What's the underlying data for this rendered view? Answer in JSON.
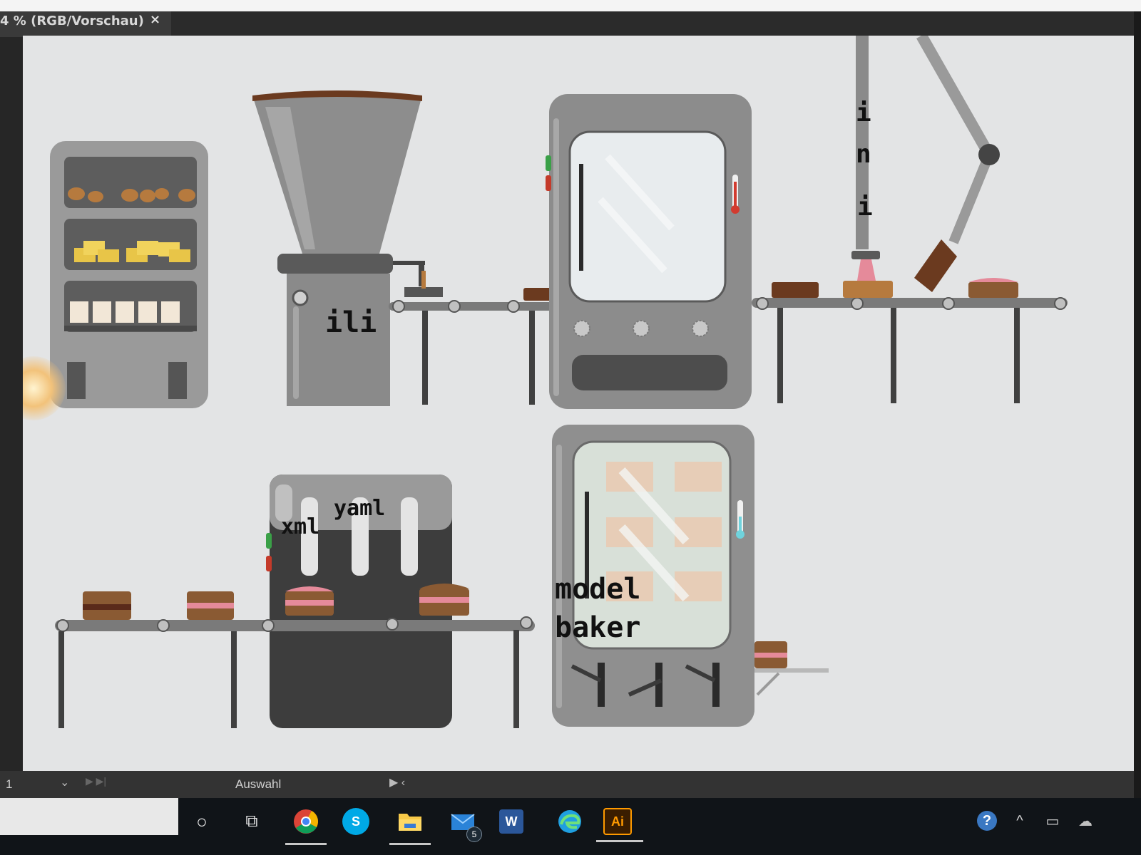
{
  "document_tab": {
    "title": "4 % (RGB/Vorschau)",
    "close_glyph": "×"
  },
  "canvas_labels": {
    "ili": "ili",
    "ini_1": "i",
    "ini_2": "n",
    "ini_3": "i",
    "xml": "xml",
    "yaml": "yaml",
    "model": "model",
    "baker": "baker"
  },
  "status_bar": {
    "zoom_value": "1",
    "caret": "⌄",
    "nav": "▶ ▶|",
    "mode": "Auswahl",
    "arrows": "▶ ‹"
  },
  "taskbar": {
    "icons": [
      {
        "name": "cortana-icon",
        "glyph": "○"
      },
      {
        "name": "task-view-icon",
        "glyph": "⧉"
      },
      {
        "name": "chrome-icon",
        "glyph": ""
      },
      {
        "name": "skype-icon",
        "glyph": "S"
      },
      {
        "name": "file-explorer-icon",
        "glyph": ""
      },
      {
        "name": "mail-icon",
        "glyph": "",
        "badge": "5"
      },
      {
        "name": "word-icon",
        "glyph": "W"
      },
      {
        "name": "edge-icon",
        "glyph": "e"
      },
      {
        "name": "illustrator-icon",
        "glyph": "Ai"
      }
    ],
    "tray": [
      {
        "name": "help-icon",
        "glyph": "?"
      },
      {
        "name": "chevron-up-icon",
        "glyph": "^"
      },
      {
        "name": "device-icon",
        "glyph": "▭"
      },
      {
        "name": "onedrive-error-icon",
        "glyph": "☁"
      }
    ]
  },
  "colors": {
    "canvas_bg": "#e2e3e4",
    "machine_gray": "#8c8c8c",
    "machine_dark": "#3d3d3d",
    "cake_brown": "#8a5a33",
    "cake_pink": "#e58a9a",
    "chocolate": "#6b3a1f",
    "butter": "#e8c548",
    "thermo_red": "#d23b2f",
    "thermo_cyan": "#6fd3dd",
    "illustrator_orange": "#ff9a00",
    "illustrator_bg": "#3a1d00"
  }
}
